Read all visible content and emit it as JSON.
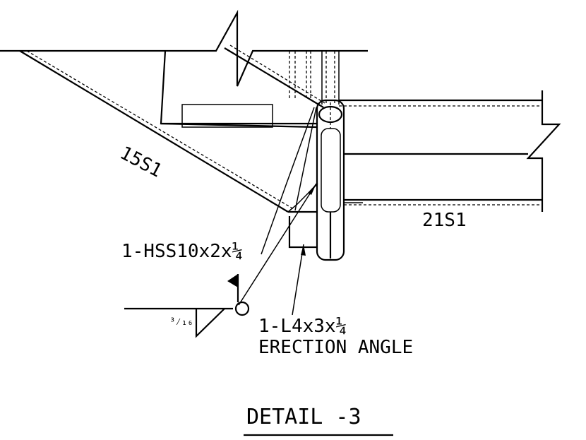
{
  "labels": {
    "member_15s1": "15S1",
    "member_21s1": "21S1",
    "hss": "1-HSS10x2x¼",
    "angle_line1": "1-L4x3x¼",
    "angle_line2": "ERECTION ANGLE",
    "weld_size": "³⁄₁₆",
    "detail_title": "DETAIL -3"
  }
}
